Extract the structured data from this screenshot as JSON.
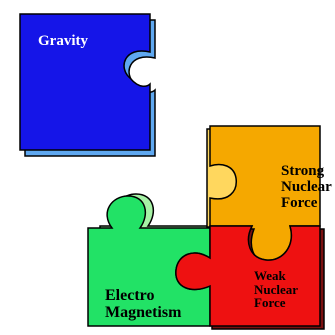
{
  "pieces": {
    "gravity": {
      "label": "Gravity",
      "fill": "#1515e8",
      "shadow": "#5fa8f0",
      "text_color": "#ffffff"
    },
    "strong": {
      "lines": [
        "Strong",
        "Nuclear",
        "Force"
      ],
      "fill": "#f5a800",
      "shadow": "#ffd75e",
      "text_color": "#000000"
    },
    "weak": {
      "lines": [
        "Weak",
        "Nuclear",
        "Force"
      ],
      "fill": "#ee1111",
      "shadow": "#7a1010",
      "text_color": "#000000"
    },
    "em": {
      "lines": [
        "Electro",
        "Magnetism"
      ],
      "fill": "#22e266",
      "shadow": "#a6f2a6",
      "text_color": "#000000"
    }
  }
}
